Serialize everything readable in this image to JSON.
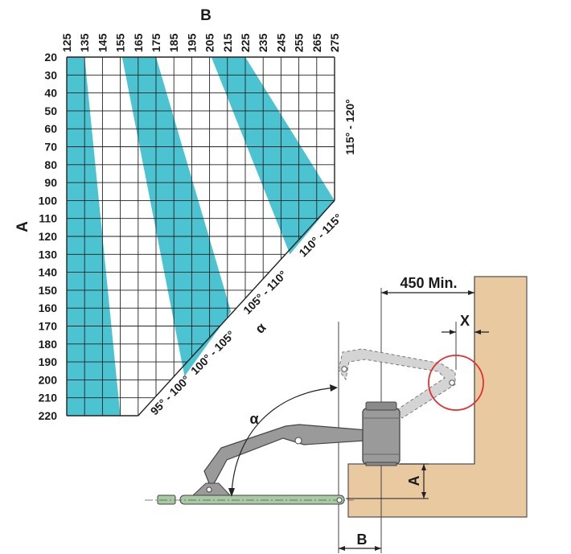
{
  "axis_b": {
    "title": "B",
    "ticks": [
      "125",
      "135",
      "145",
      "155",
      "165",
      "175",
      "185",
      "195",
      "205",
      "215",
      "225",
      "235",
      "245",
      "255",
      "265",
      "275"
    ]
  },
  "axis_a": {
    "title": "A",
    "ticks": [
      "20",
      "30",
      "40",
      "50",
      "60",
      "70",
      "80",
      "90",
      "100",
      "110",
      "120",
      "130",
      "140",
      "150",
      "160",
      "170",
      "180",
      "190",
      "200",
      "210",
      "220"
    ]
  },
  "angle_bands": [
    {
      "label": "95° - 100°",
      "angle_range": [
        95,
        100
      ]
    },
    {
      "label": "100° - 105°",
      "angle_range": [
        100,
        105
      ]
    },
    {
      "label": "105° - 110°",
      "angle_range": [
        105,
        110
      ]
    },
    {
      "label": "110° - 115°",
      "angle_range": [
        110,
        115
      ]
    },
    {
      "label": "115° - 120°",
      "angle_range": [
        115,
        120
      ]
    }
  ],
  "alpha_symbol": "α",
  "drawing": {
    "min_distance_label": "450 Min.",
    "x_label": "X",
    "a_label": "A",
    "b_label": "B",
    "alpha_label": "α"
  },
  "colors": {
    "band_fill": "#4cc3d0",
    "grid_line": "#222222",
    "wall_fill": "#e8c9a0",
    "arm_fill": "#9a9a9a",
    "ghost_fill": "#d4d4d4",
    "bar_fill": "#a9c9a4",
    "highlight_circle": "#e03030"
  }
}
